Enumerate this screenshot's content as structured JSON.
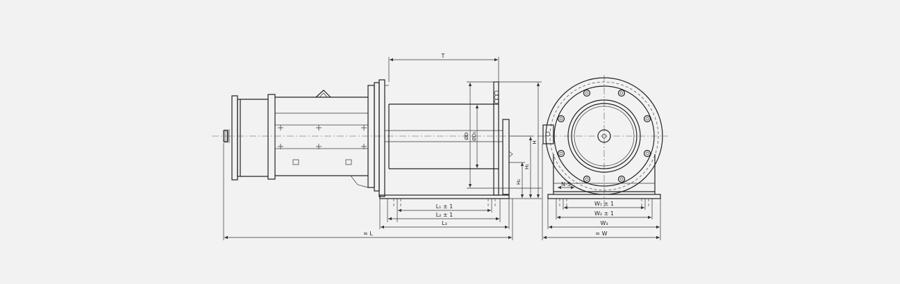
{
  "drawing": {
    "side_view_labels": {
      "T": "T",
      "L1": "L₁ ± 1",
      "L2": "L₂ ± 1",
      "L3": "L₃",
      "L": "≈ L",
      "H": "H",
      "H1": "H₁",
      "H2": "H₂",
      "D": "ØD",
      "D1": "ØD₁"
    },
    "end_view_labels": {
      "N": "N-S",
      "W1": "W₁ ± 1",
      "W2": "W₂ ± 1",
      "W3": "W₃",
      "W": "≈ W"
    }
  }
}
